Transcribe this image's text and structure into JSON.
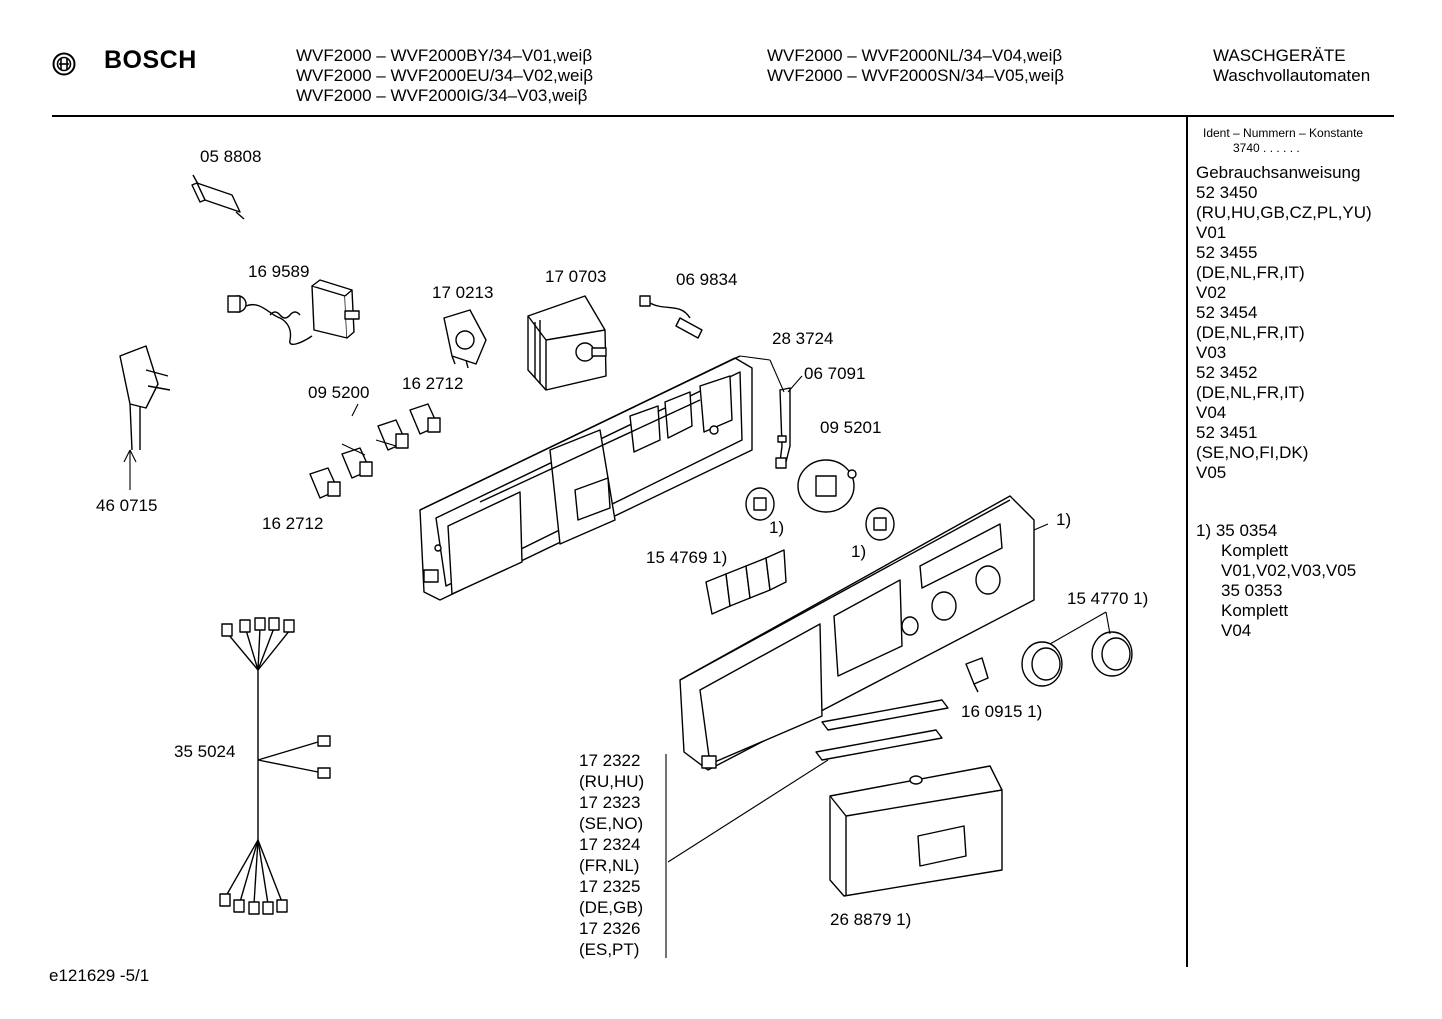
{
  "header": {
    "brand": "BOSCH",
    "models_left": [
      "WVF2000 – WVF2000BY/34–V01,weiβ",
      "WVF2000 – WVF2000EU/34–V02,weiβ",
      "WVF2000 – WVF2000IG/34–V03,weiβ"
    ],
    "models_right": [
      "WVF2000 – WVF2000NL/34–V04,weiβ",
      "WVF2000 – WVF2000SN/34–V05,weiβ"
    ],
    "category": "WASCHGERÄTE",
    "subcategory": "Waschvollautomaten"
  },
  "sidebar": {
    "ident_label": "Ident – Nummern – Konstante",
    "ident_value": "3740  .  .    .  .  .  .",
    "manual_lines": [
      "Gebrauchsanweisung",
      "52 3450",
      "(RU,HU,GB,CZ,PL,YU)",
      "V01",
      "52 3455",
      "(DE,NL,FR,IT)",
      "V02",
      "52 3454",
      "(DE,NL,FR,IT)",
      "V03",
      "52 3452",
      "(DE,NL,FR,IT)",
      "V04",
      "52 3451",
      "(SE,NO,FI,DK)",
      "V05"
    ],
    "footnote_lines": [
      "1)  35 0354",
      "Komplett",
      "V01,V02,V03,V05",
      "35 0353",
      "Komplett",
      "V04"
    ]
  },
  "parts": {
    "p058808": "05 8808",
    "p169589": "16 9589",
    "p170213": "17 0213",
    "p170703": "17 0703",
    "p069834": "06 9834",
    "p283724": "28 3724",
    "p067091": "06 7091",
    "p095200": "09 5200",
    "p162712a": "16 2712",
    "p162712b": "16 2712",
    "p460715": "46 0715",
    "p095201": "09 5201",
    "fn1a": "1)",
    "fn1b": "1)",
    "fn1c": "1)",
    "p154769": "15 4769 1)",
    "p154770": "15 4770 1)",
    "p160915": "16 0915 1)",
    "p355024": "35 5024",
    "p268879": "26 8879 1)",
    "insert_list": [
      "17 2322",
      "(RU,HU)",
      "17 2323",
      "(SE,NO)",
      "17 2324",
      "(FR,NL)",
      "17 2325",
      "(DE,GB)",
      "17 2326",
      "(ES,PT)"
    ]
  },
  "footer": {
    "doc_id": "e121629    -5/1"
  }
}
